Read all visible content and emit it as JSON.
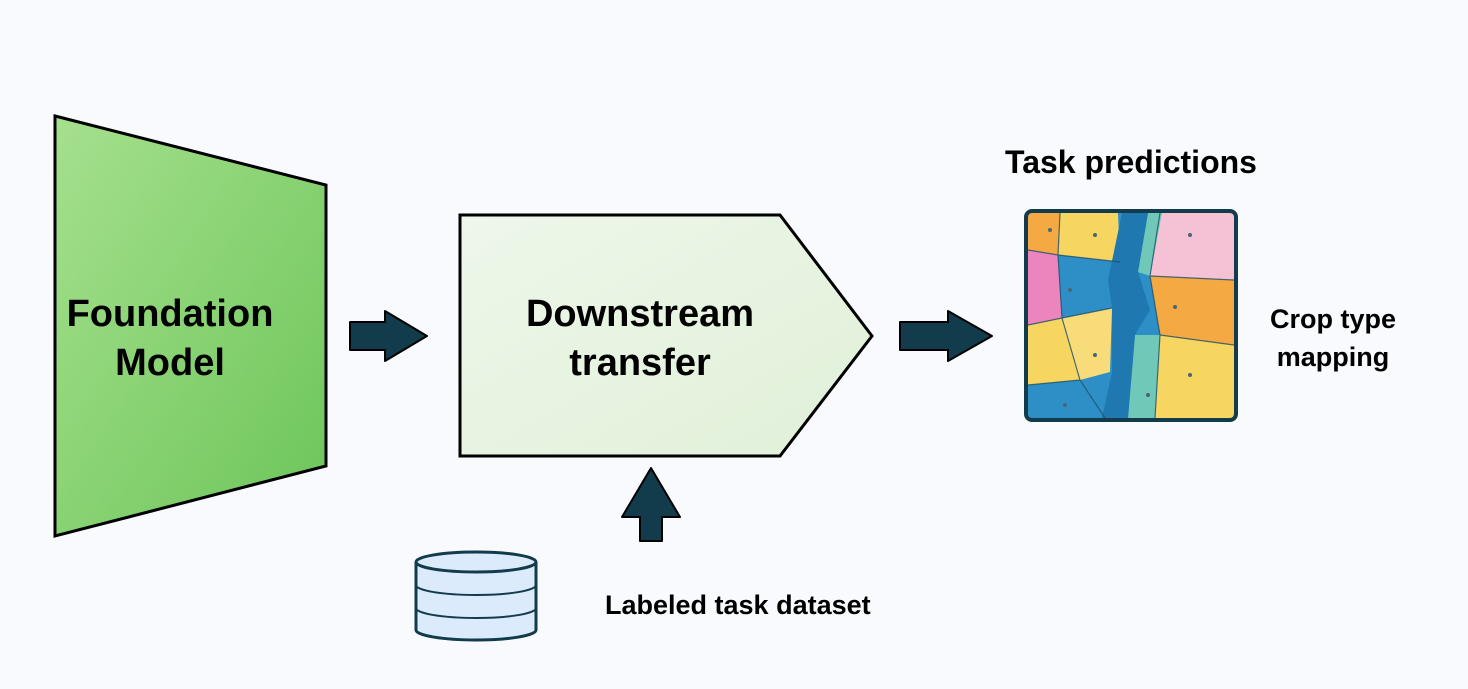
{
  "foundation_model": {
    "line1": "Foundation",
    "line2": "Model"
  },
  "downstream": {
    "line1": "Downstream",
    "line2": "transfer"
  },
  "task_predictions": {
    "title": "Task predictions"
  },
  "crop_label": {
    "line1": "Crop type",
    "line2": "mapping"
  },
  "dataset": {
    "label": "Labeled task dataset"
  },
  "colors": {
    "background": "#f8fafd",
    "foundation_fill_light": "#a6e08e",
    "foundation_fill_dark": "#6cc559",
    "downstream_fill": "#e6f3e0",
    "arrow": "#123c4b",
    "map_border": "#123c4b",
    "database_fill": "#dcebfb",
    "field_yellow": "#f6d561",
    "field_orange": "#f4a942",
    "field_blue": "#2e8fc7",
    "field_pink": "#f5c1d4",
    "field_magenta": "#ec85bd",
    "field_teal": "#6fc8b8"
  },
  "icons": [
    "right-arrow-icon",
    "up-arrow-icon",
    "database-icon"
  ]
}
